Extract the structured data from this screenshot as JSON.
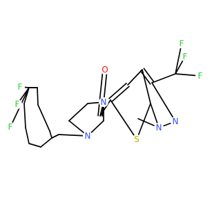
{
  "structure": {
    "atom_colors": {
      "O": "#ff0d0d",
      "N": "#3050f8",
      "S": "#c6b000",
      "F": "#33cc33"
    },
    "atom_labels": {
      "o_carbonyl": "O",
      "n_pip_top": "N",
      "n_pip_bottom": "N",
      "s_thiophene": "S",
      "n_pyrazole_1": "N",
      "n_pyrazole_2": "N",
      "f_top_1": "F",
      "f_top_2": "F",
      "f_top_3": "F",
      "f_left_1": "F",
      "f_left_2": "F",
      "f_left_3": "F"
    }
  }
}
